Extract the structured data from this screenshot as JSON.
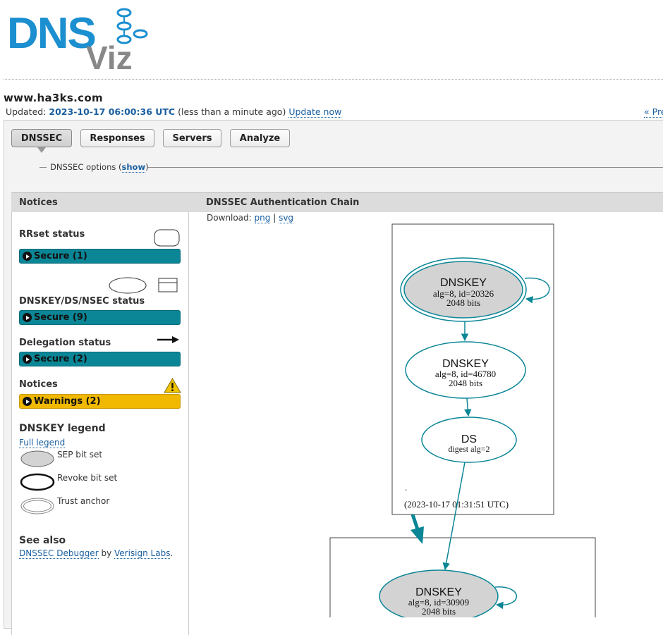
{
  "logo": {
    "main": "DNS",
    "sub": "Viz"
  },
  "domain": "www.ha3ks.com",
  "updated": {
    "label": "Updated:",
    "timestamp": "2023-10-17 06:00:36 UTC",
    "relative": "(less than a minute ago)",
    "update_now": "Update now",
    "prev": "« Pre"
  },
  "tabs": [
    "DNSSEC",
    "Responses",
    "Servers",
    "Analyze"
  ],
  "options": {
    "prefix": "DNSSEC options (",
    "link": "show",
    "suffix": ")"
  },
  "columns": {
    "notices": "Notices",
    "chain": "DNSSEC Authentication Chain"
  },
  "notices": {
    "rrset_title": "RRset status",
    "rrset_bar": "Secure (1)",
    "dnskey_title": "DNSKEY/DS/NSEC status",
    "dnskey_bar": "Secure (9)",
    "delegation_title": "Delegation status",
    "delegation_bar": "Secure (2)",
    "notices_title": "Notices",
    "warnings_bar": "Warnings (2)"
  },
  "legend": {
    "title": "DNSKEY legend",
    "full_link": "Full legend",
    "sep": "SEP bit set",
    "revoke": "Revoke bit set",
    "trust": "Trust anchor"
  },
  "see_also": {
    "title": "See also",
    "debugger": "DNSSEC Debugger",
    "by": "by",
    "verisign": "Verisign Labs",
    "period": "."
  },
  "download": {
    "label": "Download:",
    "png": "png",
    "sep": "|",
    "svg": "svg"
  },
  "graph": {
    "node1": {
      "title": "DNSKEY",
      "line1": "alg=8, id=20326",
      "line2": "2048 bits"
    },
    "node2": {
      "title": "DNSKEY",
      "line1": "alg=8, id=46780",
      "line2": "2048 bits"
    },
    "node3": {
      "title": "DS",
      "line1": "digest alg=2"
    },
    "zone_name": ".",
    "zone_time": "(2023-10-17 01:31:51 UTC)",
    "node4": {
      "title": "DNSKEY",
      "line1": "alg=8, id=30909",
      "line2": "2048 bits"
    }
  },
  "colors": {
    "teal": "#0a8696",
    "warning": "#f0b800",
    "link": "#1a5fa0",
    "sep_fill": "#d3d3d3"
  }
}
